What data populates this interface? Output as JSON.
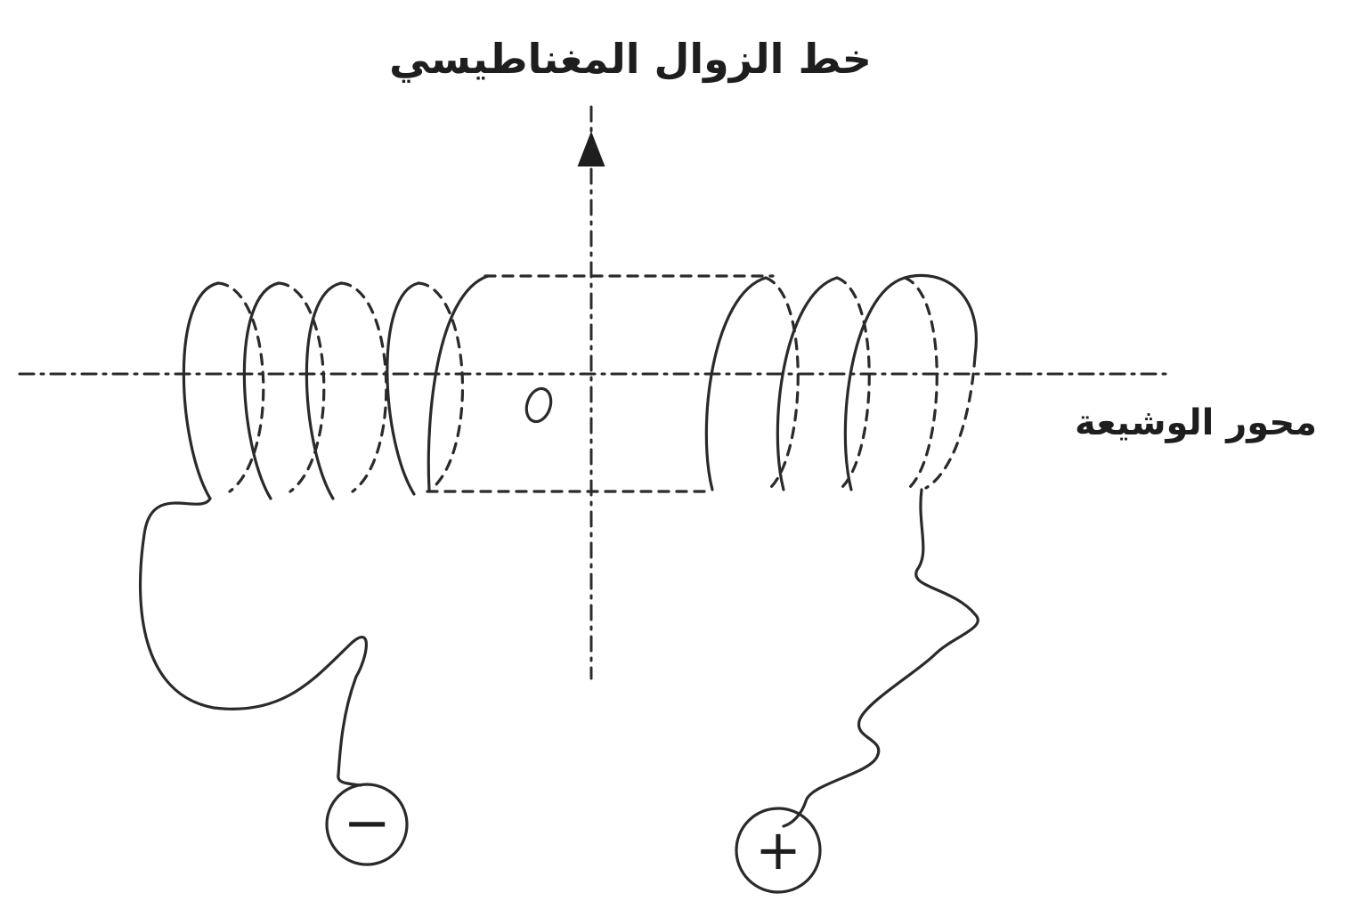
{
  "labels": {
    "neutral_axis": "خط الزوال المغناطيسي",
    "coil_axis": "محور الوشيعة",
    "center_point": "O"
  },
  "terminals": {
    "negative": "−",
    "positive": "+"
  },
  "colors": {
    "ink": "#2a2a2a",
    "background": "#ffffff"
  }
}
